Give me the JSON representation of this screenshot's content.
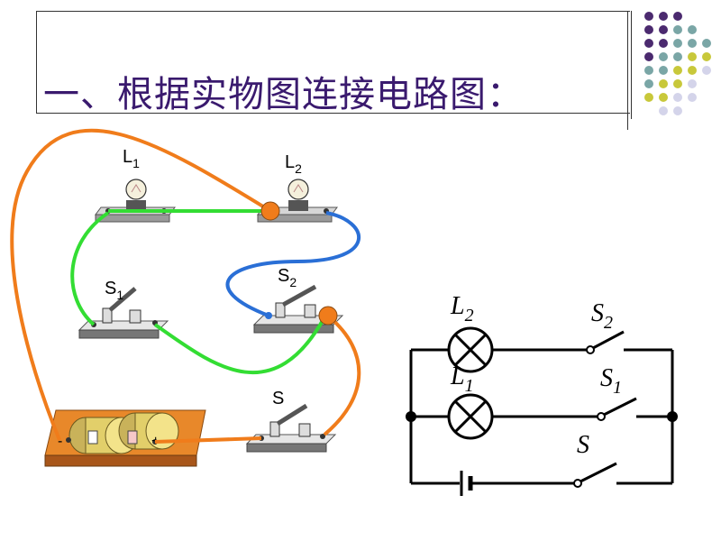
{
  "title": "一、根据实物图连接电路图：",
  "physical_labels": {
    "L1": {
      "main": "L",
      "sub": "1"
    },
    "L2": {
      "main": "L",
      "sub": "2"
    },
    "S1": {
      "main": "S",
      "sub": "1"
    },
    "S2": {
      "main": "S",
      "sub": "2"
    },
    "S": {
      "main": "S",
      "sub": ""
    }
  },
  "battery_signs": {
    "minus": "-",
    "plus": "+"
  },
  "schematic_labels": {
    "L2": {
      "main": "L",
      "sub": "2"
    },
    "L1": {
      "main": "L",
      "sub": "1"
    },
    "S2": {
      "main": "S",
      "sub": "2"
    },
    "S1": {
      "main": "S",
      "sub": "1"
    },
    "S": {
      "main": "S",
      "sub": ""
    }
  },
  "colors": {
    "title": "#3a1a6e",
    "wire_orange": "#f07c1b",
    "wire_green": "#33dd33",
    "wire_blue": "#2a6fd6",
    "dot_purple": "#4b2a6f",
    "dot_teal": "#7aa6a6",
    "dot_yellow": "#c8c83a",
    "dot_lavender": "#d4d4ea"
  }
}
